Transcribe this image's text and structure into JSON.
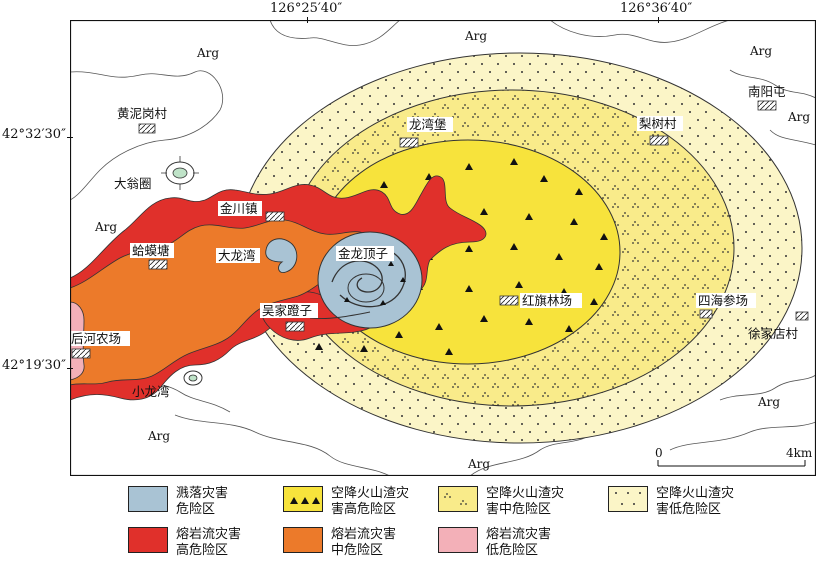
{
  "coords": {
    "top_left": "126°25′40″",
    "top_right": "126°36′40″",
    "left_top": "42°32′30″",
    "left_bottom": "42°19′30″"
  },
  "places": {
    "huangnigangcun": "黄泥岗村",
    "dawengquan": "大翁圈",
    "jinchuanzhen": "金川镇",
    "hamatang": "蛤蟆塘",
    "dalongwan": "大龙湾",
    "jinlongdingzi": "金龙顶子",
    "wujiadengzi": "吴家蹬子",
    "houhenongchang": "后河农场",
    "xiaolongwan": "小龙湾",
    "longwanbao": "龙湾堡",
    "lishucun": "梨树村",
    "nanyangtun": "南阳屯",
    "hongqilinchang": "红旗林场",
    "sihaishenchang": "四海参场",
    "xujiadiancun": "徐家店村"
  },
  "arg_label": "Arg",
  "scale": {
    "zero": "0",
    "end": "4km"
  },
  "legend": [
    {
      "id": "splash",
      "text": "溅落灾害\n危险区",
      "color": "#a9c3d4"
    },
    {
      "id": "ash-high",
      "text": "空降火山渣灾\n害高危险区",
      "color": "#f7e33c"
    },
    {
      "id": "ash-mid",
      "text": "空降火山渣灾\n害中危险区",
      "color": "#f9eb8a"
    },
    {
      "id": "ash-low",
      "text": "空降火山渣灾\n害低危险区",
      "color": "#fbf5c7"
    },
    {
      "id": "lava-high",
      "text": "熔岩流灾害\n高危险区",
      "color": "#e0302b"
    },
    {
      "id": "lava-mid",
      "text": "熔岩流灾害\n中危险区",
      "color": "#ec7a2a"
    },
    {
      "id": "lava-low",
      "text": "熔岩流灾害\n低危险区",
      "color": "#f3b0b8"
    }
  ]
}
